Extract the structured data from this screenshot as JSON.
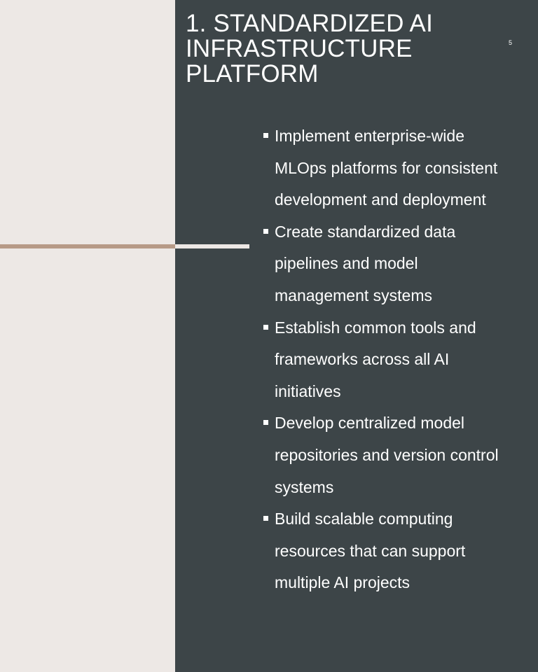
{
  "slide": {
    "title": "1. STANDARDIZED AI INFRASTRUCTURE PLATFORM",
    "slide_number": "5",
    "bullets": [
      "Implement enterprise-wide MLOps platforms for consistent development and deployment",
      "Create standardized data pipelines and model management systems",
      "Establish common tools and frameworks across all AI initiatives",
      "Develop centralized model repositories and version control systems",
      "Build scalable computing resources that can support multiple AI projects"
    ]
  },
  "colors": {
    "background_light": "#ede8e5",
    "panel_dark": "#3d4548",
    "accent": "#b79a87",
    "text": "#ffffff"
  }
}
